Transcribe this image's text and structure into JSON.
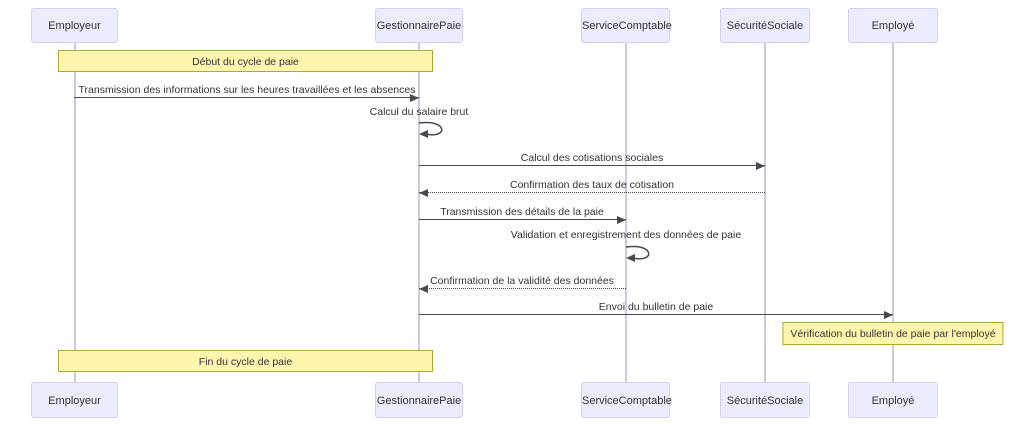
{
  "actors": [
    {
      "label": "Employeur"
    },
    {
      "label": "GestionnairePaie"
    },
    {
      "label": "ServiceComptable"
    },
    {
      "label": "SécuritéSociale"
    },
    {
      "label": "Employé"
    }
  ],
  "notes": [
    {
      "label": "Début du cycle de paie",
      "over": "Employeur,GestionnairePaie"
    },
    {
      "label": "Vérification du bulletin de paie par l'employé",
      "over": "Employé"
    },
    {
      "label": "Fin du cycle de paie",
      "over": "Employeur,GestionnairePaie"
    }
  ],
  "messages": [
    {
      "label": "Transmission des informations sur les heures travaillées et les absences",
      "from": "Employeur",
      "to": "GestionnairePaie",
      "style": "solid"
    },
    {
      "label": "Calcul du salaire brut",
      "from": "GestionnairePaie",
      "to": "GestionnairePaie",
      "style": "self"
    },
    {
      "label": "Calcul des cotisations sociales",
      "from": "GestionnairePaie",
      "to": "SécuritéSociale",
      "style": "solid"
    },
    {
      "label": "Confirmation des taux de cotisation",
      "from": "SécuritéSociale",
      "to": "GestionnairePaie",
      "style": "dotted"
    },
    {
      "label": "Transmission des détails de la paie",
      "from": "GestionnairePaie",
      "to": "ServiceComptable",
      "style": "solid"
    },
    {
      "label": "Validation et enregistrement des données de paie",
      "from": "ServiceComptable",
      "to": "ServiceComptable",
      "style": "self"
    },
    {
      "label": "Confirmation de la validité des données",
      "from": "ServiceComptable",
      "to": "GestionnairePaie",
      "style": "dotted"
    },
    {
      "label": "Envoi du bulletin de paie",
      "from": "GestionnairePaie",
      "to": "Employé",
      "style": "solid"
    }
  ],
  "colors": {
    "actor_fill": "#ECECFF",
    "actor_border": "#d5cef2",
    "lifeline": "#cfc7e8",
    "note_fill": "#fff5ad",
    "note_border": "#aaaa33",
    "line": "#4a4a4a",
    "text": "#333333",
    "bg": "#ffffff"
  }
}
